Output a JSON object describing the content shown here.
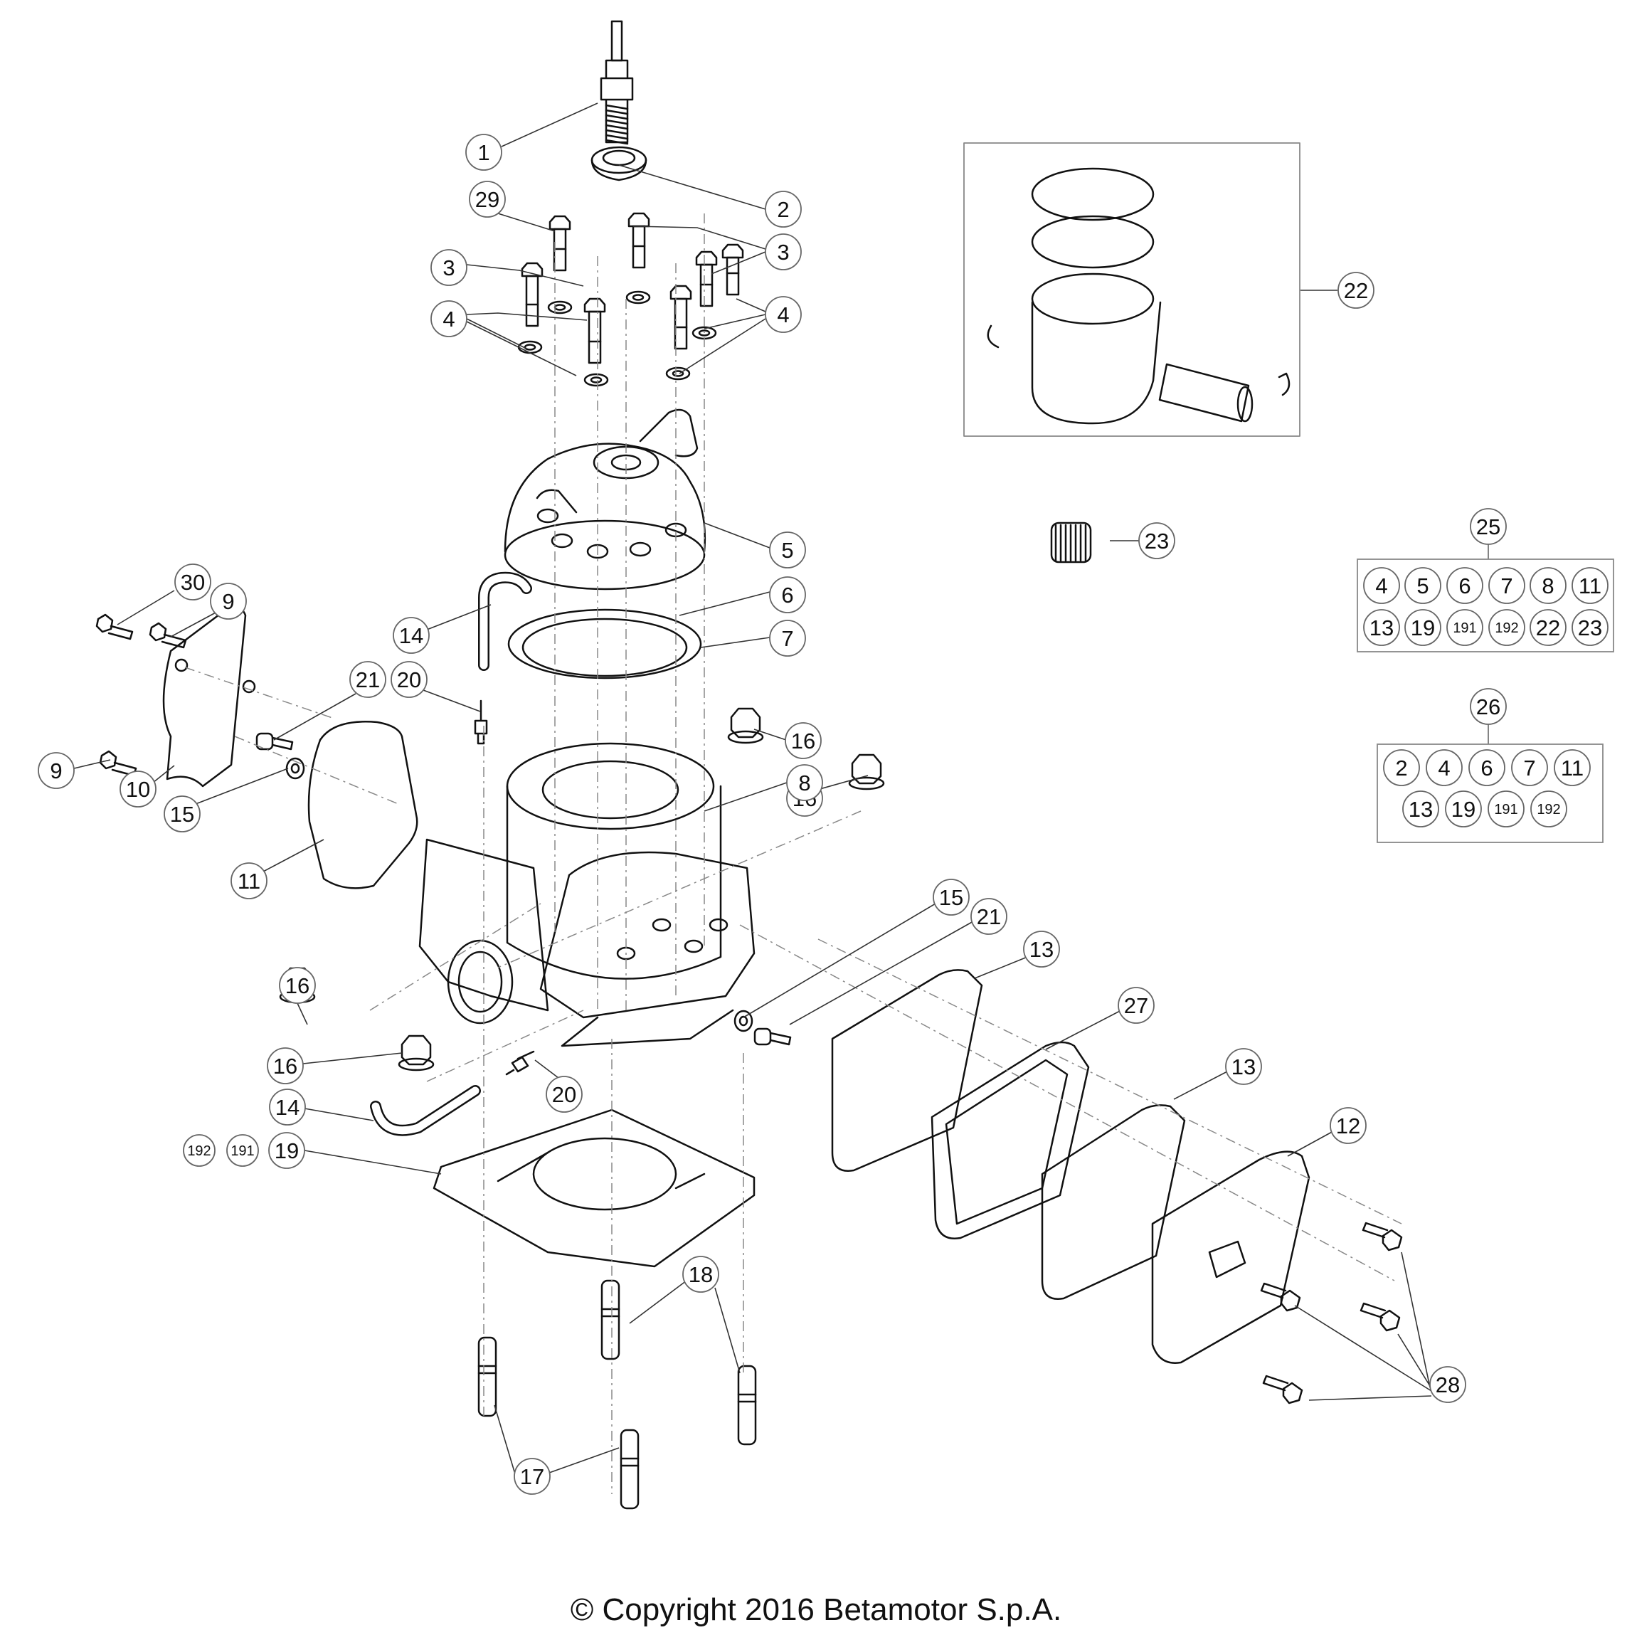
{
  "callouts": [
    {
      "id": "c1",
      "label": "1"
    },
    {
      "id": "c2",
      "label": "2"
    },
    {
      "id": "c29",
      "label": "29"
    },
    {
      "id": "c3a",
      "label": "3"
    },
    {
      "id": "c3b",
      "label": "3"
    },
    {
      "id": "c4a",
      "label": "4"
    },
    {
      "id": "c4b",
      "label": "4"
    },
    {
      "id": "c5",
      "label": "5"
    },
    {
      "id": "c6",
      "label": "6"
    },
    {
      "id": "c7",
      "label": "7"
    },
    {
      "id": "c14a",
      "label": "14"
    },
    {
      "id": "c20a",
      "label": "20"
    },
    {
      "id": "c21a",
      "label": "21"
    },
    {
      "id": "c30",
      "label": "30"
    },
    {
      "id": "c9a",
      "label": "9"
    },
    {
      "id": "c9b",
      "label": "9"
    },
    {
      "id": "c10",
      "label": "10"
    },
    {
      "id": "c15a",
      "label": "15"
    },
    {
      "id": "c11",
      "label": "11"
    },
    {
      "id": "c16a",
      "label": "16"
    },
    {
      "id": "c16b",
      "label": "16"
    },
    {
      "id": "c8",
      "label": "8"
    },
    {
      "id": "c15b",
      "label": "15"
    },
    {
      "id": "c21b",
      "label": "21"
    },
    {
      "id": "c13a",
      "label": "13"
    },
    {
      "id": "c27",
      "label": "27"
    },
    {
      "id": "c13b",
      "label": "13"
    },
    {
      "id": "c12",
      "label": "12"
    },
    {
      "id": "c16c",
      "label": "16"
    },
    {
      "id": "c16d",
      "label": "16"
    },
    {
      "id": "c20b",
      "label": "20"
    },
    {
      "id": "c14b",
      "label": "14"
    },
    {
      "id": "c19",
      "label": "19"
    },
    {
      "id": "c191",
      "label": "191"
    },
    {
      "id": "c192",
      "label": "192"
    },
    {
      "id": "c18",
      "label": "18"
    },
    {
      "id": "c17",
      "label": "17"
    },
    {
      "id": "c28",
      "label": "28"
    },
    {
      "id": "c22",
      "label": "22"
    },
    {
      "id": "c23",
      "label": "23"
    }
  ],
  "kit_25": {
    "title": "25",
    "row1": [
      "4",
      "5",
      "6",
      "7",
      "8",
      "11"
    ],
    "row2": [
      "13",
      "19",
      "191",
      "192",
      "22",
      "23"
    ]
  },
  "kit_26": {
    "title": "26",
    "row1": [
      "2",
      "4",
      "6",
      "7",
      "11"
    ],
    "row2": [
      "13",
      "19",
      "191",
      "192"
    ]
  },
  "copyright": "© Copyright 2016 Betamotor S.p.A."
}
